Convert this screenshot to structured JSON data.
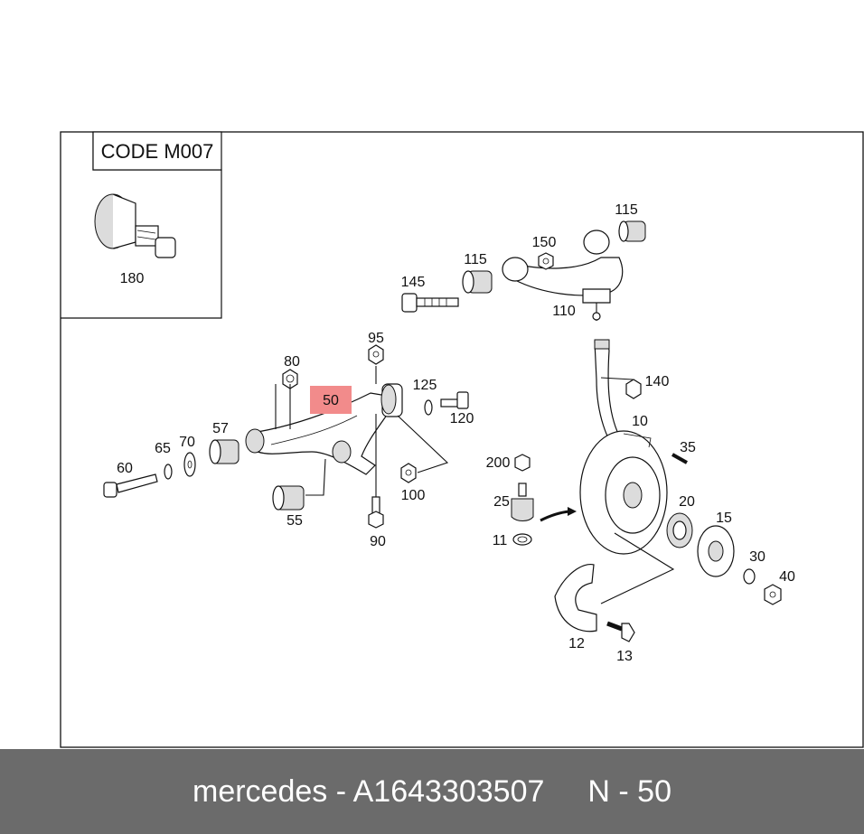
{
  "diagram": {
    "code_box": "CODE M007",
    "highlight_color": "#f28b8b",
    "highlighted_label": "50",
    "labels": {
      "l180": "180",
      "l115a": "115",
      "l115b": "115",
      "l150": "150",
      "l145": "145",
      "l110": "110",
      "l95": "95",
      "l80": "80",
      "l125": "125",
      "l120": "120",
      "l140": "140",
      "l10": "10",
      "l57": "57",
      "l70": "70",
      "l65": "65",
      "l60": "60",
      "l35": "35",
      "l200": "200",
      "l100": "100",
      "l25": "25",
      "l20": "20",
      "l15": "15",
      "l55": "55",
      "l11": "11",
      "l90": "90",
      "l30": "30",
      "l40": "40",
      "l12": "12",
      "l13": "13"
    }
  },
  "footer": {
    "part_text": "mercedes - A1643303507",
    "position_text": "N - 50"
  }
}
